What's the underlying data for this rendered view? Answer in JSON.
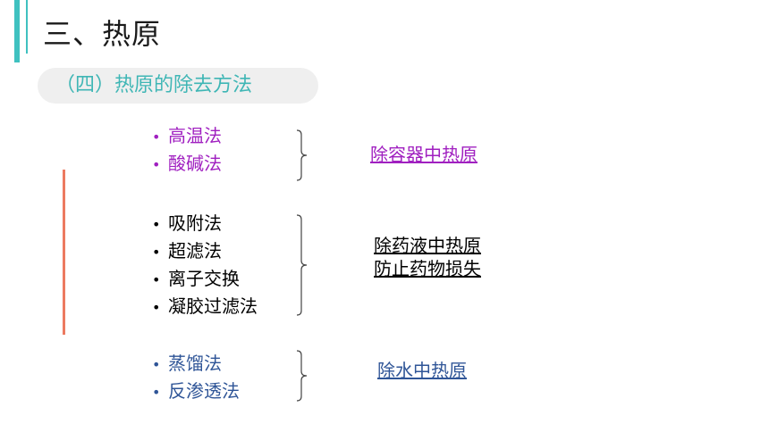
{
  "slide": {
    "title": "三、热原",
    "subtitle": "（四）热原的除去方法"
  },
  "groups": [
    {
      "items": [
        "高温法",
        "酸碱法"
      ],
      "result_lines": [
        "除容器中热原"
      ],
      "color": "#a020c0"
    },
    {
      "items": [
        "吸附法",
        "超滤法",
        "离子交换",
        "凝胶过滤法"
      ],
      "result_lines": [
        "除药液中热原",
        "防止药物损失"
      ],
      "color": "#000000"
    },
    {
      "items": [
        "蒸馏法",
        "反渗透法"
      ],
      "result_lines": [
        "除水中热原"
      ],
      "color": "#2f5597"
    }
  ],
  "colors": {
    "accent": "#3fc1c0",
    "subtitle_text": "#3fb6b5",
    "side_line": "#ec7a60"
  },
  "icons": {
    "bullet": "•"
  }
}
